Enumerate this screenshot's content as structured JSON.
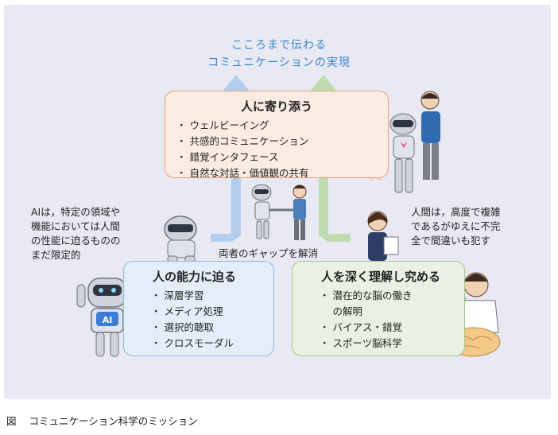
{
  "goal": {
    "line1": "こころまで伝わる",
    "line2": "コミュニケーションの実現"
  },
  "top_box": {
    "title": "人に寄り添う",
    "items": [
      "ウェルビーイング",
      "共感的コミュニケーション",
      "錯覚インタフェース",
      "自然な対話・価値観の共有"
    ]
  },
  "left_box": {
    "title": "人の能力に迫る",
    "items": [
      "深層学習",
      "メディア処理",
      "選択的聴取",
      "クロスモーダル"
    ]
  },
  "right_box": {
    "title": "人を深く理解し究める",
    "items": [
      "潜在的な脳の働き",
      "の解明",
      "バイアス・錯覚",
      "スポーツ脳科学"
    ]
  },
  "notes": {
    "ai_line1": "AIは，特定の領域や",
    "ai_line2": "機能においては人間",
    "ai_line3": "の性能に迫るものの",
    "ai_line4": "まだ限定的",
    "human_line1": "人間は，高度で複雑",
    "human_line2": "であるがゆえに不完",
    "human_line3": "全で間違いも犯す"
  },
  "gap_label": "両者のギャップを解消",
  "robot_badge": "AI",
  "bullet": "・",
  "caption": {
    "prefix": "図",
    "text": "コミュニケーション科学のミッション"
  },
  "colors": {
    "panel_bg": "#e9e9f4",
    "goal_text": "#3a86c8",
    "arrow_blue": "#a9c8ea",
    "arrow_green": "#b7d8a3",
    "top_box_bg": "#fbece3",
    "left_box_bg": "#e4eef8",
    "right_box_bg": "#e8f1e2"
  }
}
